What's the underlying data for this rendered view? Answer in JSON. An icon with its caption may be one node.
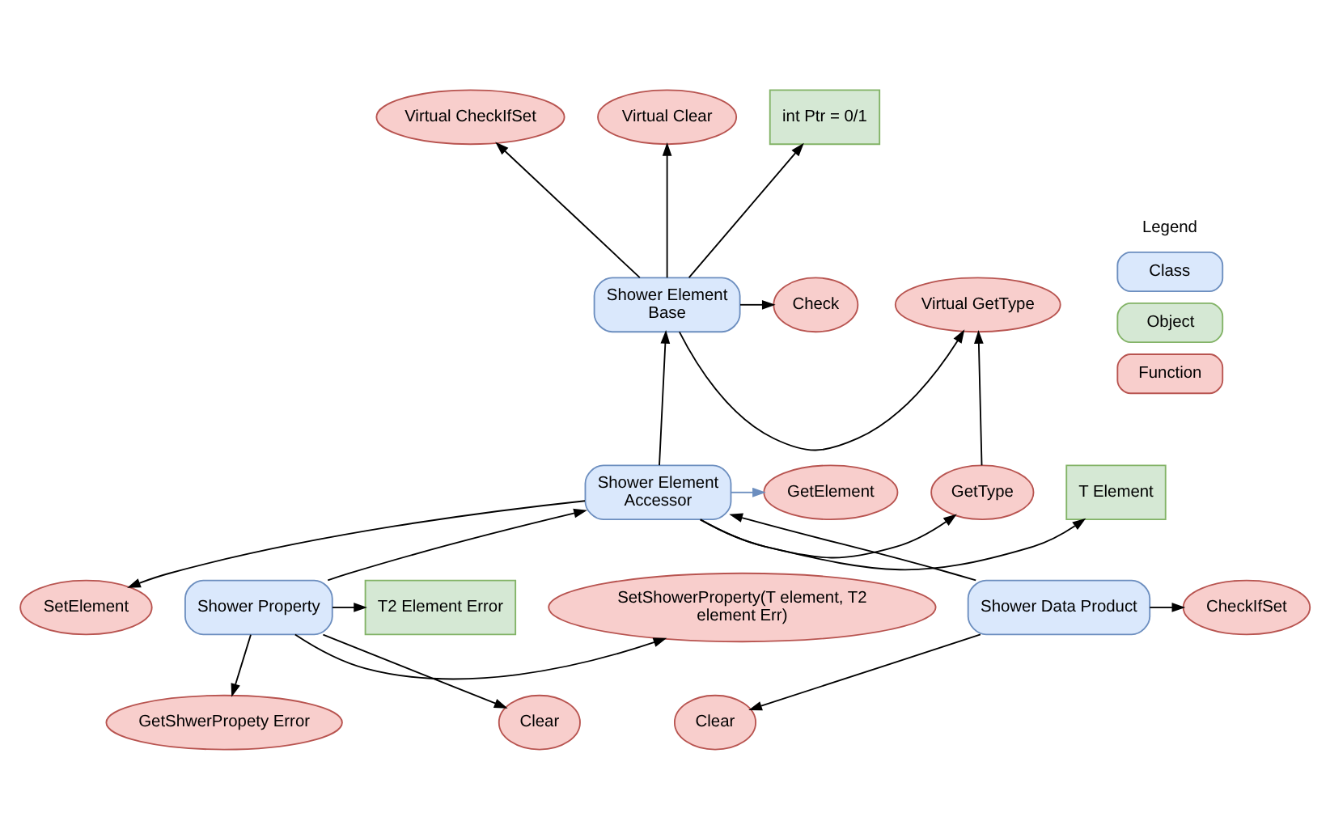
{
  "diagram": {
    "nodes": [
      {
        "text": [
          "Shower Element Base"
        ]
      },
      {
        "text": [
          "Virtual CheckIfSet"
        ]
      },
      {
        "text": [
          "Virtual Clear"
        ]
      },
      {
        "text": [
          "Virtual GetType"
        ]
      },
      {
        "text": [
          "Check"
        ]
      },
      {
        "text": [
          "int Ptr = 0/1"
        ]
      },
      {
        "text": [
          "GetType"
        ]
      },
      {
        "text": [
          "Shower Element Accessor"
        ]
      },
      {
        "text": [
          "GetElement"
        ]
      },
      {
        "text": [
          "T Element"
        ]
      },
      {
        "text": [
          "SetElement"
        ]
      },
      {
        "text": [
          "T2 Element Error"
        ]
      },
      {
        "text": [
          "Shower Property"
        ]
      },
      {
        "text": [
          "Shower Data Product"
        ]
      },
      {
        "text": [
          "SetShowerProperty(T element, T2 element Err)"
        ]
      },
      {
        "text": [
          "CheckIfSet"
        ]
      },
      {
        "text": [
          "GetShwerPropety Error"
        ]
      },
      {
        "text": [
          "Clear"
        ]
      },
      {
        "text": [
          "Clear"
        ]
      }
    ],
    "edges": [
      {
        "from": 0,
        "to": 1,
        "arrow": "to"
      },
      {
        "from": 0,
        "to": 2,
        "arrow": "to"
      },
      {
        "from": 0,
        "to": 3,
        "arrow": "to"
      },
      {
        "from": 0,
        "to": 4,
        "arrow": "to"
      },
      {
        "from": 0,
        "to": 5,
        "arrow": "to"
      },
      {
        "from": 6,
        "to": 3,
        "arrow": "to"
      },
      {
        "from": 7,
        "to": 0,
        "arrow": "to"
      },
      {
        "from": 7,
        "to": 6,
        "arrow": "to"
      },
      {
        "from": 7,
        "to": 8,
        "arrow": "to",
        "color": "#6c8ebf"
      },
      {
        "from": 7,
        "to": 9,
        "arrow": "to"
      },
      {
        "from": 7,
        "to": 10,
        "arrow": "to"
      },
      {
        "from": 12,
        "to": 7,
        "arrow": "to"
      },
      {
        "from": 13,
        "to": 7,
        "arrow": "to"
      },
      {
        "from": 12,
        "to": 11,
        "arrow": "to"
      },
      {
        "from": 12,
        "to": 14,
        "arrow": "to"
      },
      {
        "from": 13,
        "to": 15,
        "arrow": "to"
      },
      {
        "from": 12,
        "to": 16,
        "arrow": "to"
      },
      {
        "from": 12,
        "to": 17,
        "arrow": "to"
      },
      {
        "from": 13,
        "to": 18,
        "arrow": "to"
      }
    ],
    "legend": [
      {
        "text": "Class",
        "color": "#dae8fc"
      },
      {
        "text": "Object",
        "color": "#d5e8d4"
      },
      {
        "text": "Function",
        "color": "#f8cecc"
      }
    ],
    "labels": [
      "Legend"
    ]
  }
}
